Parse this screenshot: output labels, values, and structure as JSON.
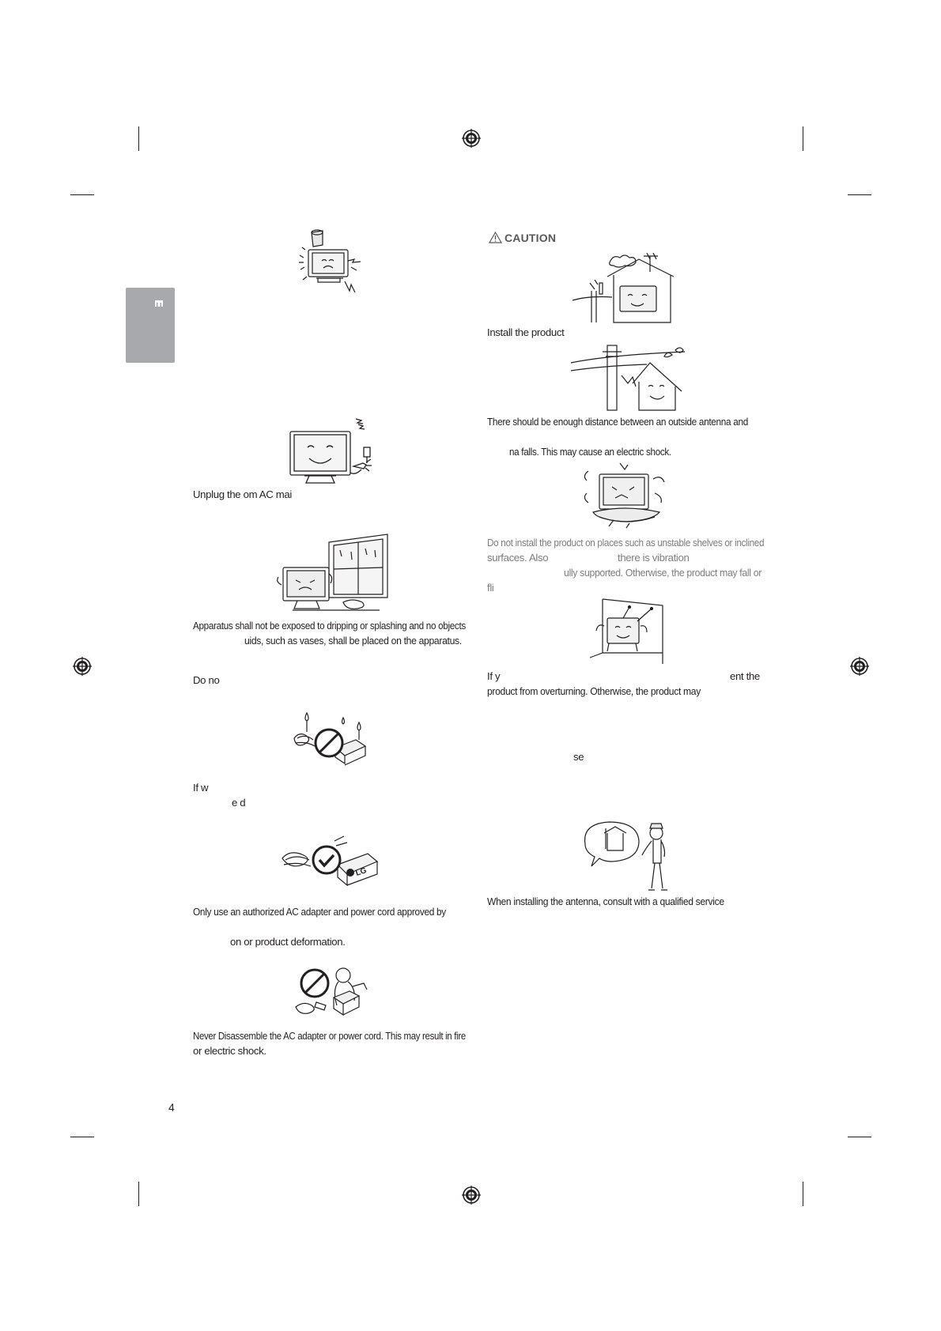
{
  "page": {
    "number": "4"
  },
  "caution": {
    "label": "CAUTION"
  },
  "left_column": {
    "unplug": "Unplug the        om AC mai",
    "apparatus_line1": "Apparatus shall not be exposed to dripping or splashing and no objects",
    "apparatus_line2": "uids, such as vases, shall be placed on the apparatus.",
    "do_not": "Do no",
    "if_w_line1": "If w",
    "if_w_line2": "e d",
    "adapter_line1": "Only use an authorized AC adapter and power cord approved by",
    "adapter_line2": "on or product deformation.",
    "disassemble_line1": "Never Disassemble the AC adapter or power cord. This may result in fire",
    "disassemble_line2": "or electric shock."
  },
  "right_column": {
    "install": "Install the product",
    "antenna_line1": "There should be enough distance between an outside antenna and",
    "antenna_line2": "na falls. This may cause an electric shock.",
    "unstable_line1": "Do not install the product on places such as unstable shelves or inclined",
    "unstable_line2_a": "surfaces. Also",
    "unstable_line2_b": "there is vibration",
    "unstable_line3": "ully supported. Otherwise, the product may fall or",
    "unstable_line4": "fli",
    "overturn_line1_a": "If y",
    "overturn_line1_b": "ent the",
    "overturn_line2": "product from overturning. Otherwise, the product may",
    "se": "se",
    "service": "When installing the antenna, consult with a qualified service"
  },
  "illustrations": {
    "tv_falling": "tv-hit-by-object-icon",
    "tv_unplug": "tv-unplug-icon",
    "tv_window": "tv-window-splash-icon",
    "adapter_water": "adapter-water-prohibited-icon",
    "adapter_lg": "adapter-lg-approved-icon",
    "adapter_disassemble": "adapter-disassemble-prohibited-icon",
    "house_antenna": "house-antenna-icon",
    "antenna_pole": "antenna-powerline-icon",
    "tv_unstable": "tv-unstable-shelf-icon",
    "tv_wall": "tv-wall-fix-icon",
    "technician": "service-technician-icon"
  },
  "brand_label": "LG"
}
